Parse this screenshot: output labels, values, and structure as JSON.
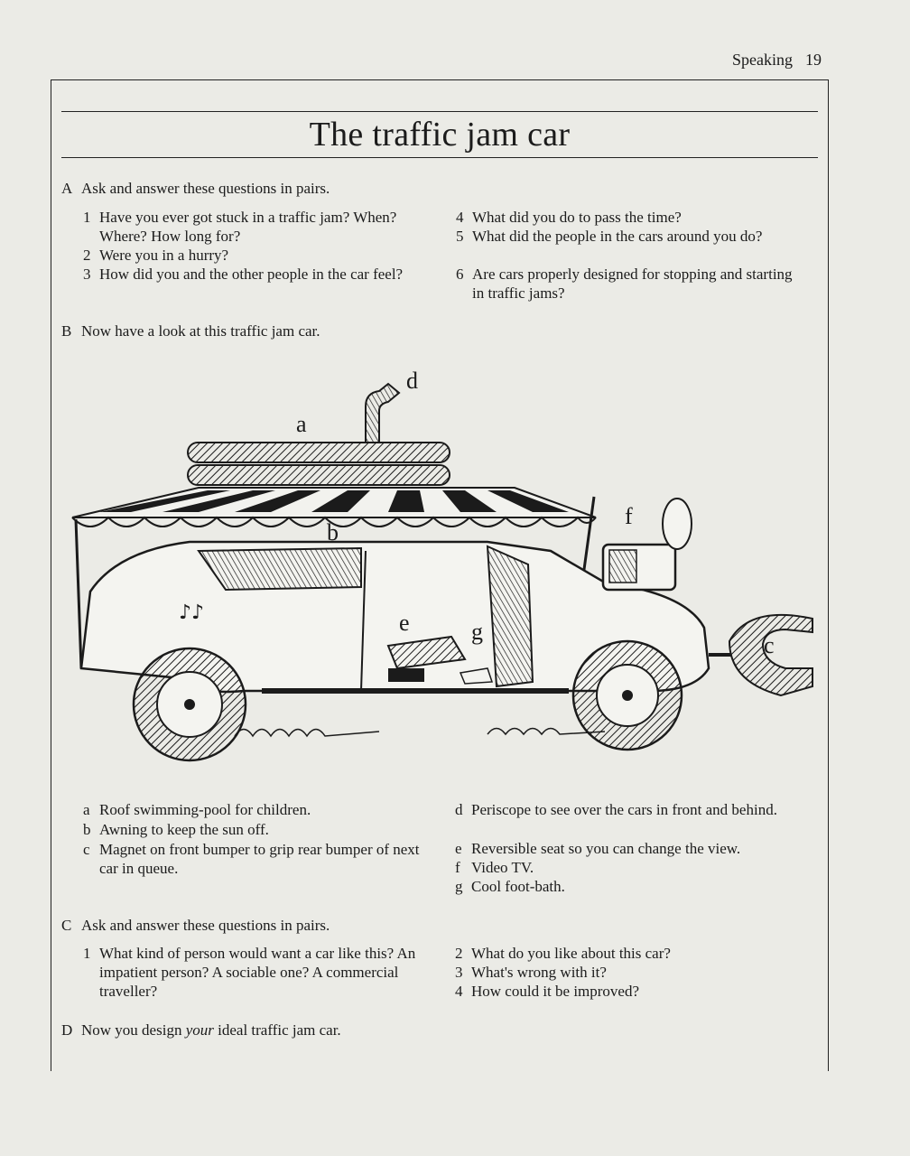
{
  "header": {
    "section": "Speaking",
    "page_number": "19"
  },
  "title": "The traffic jam car",
  "section_a": {
    "letter": "A",
    "instruction": "Ask and answer these questions in pairs.",
    "questions_left": [
      {
        "num": "1",
        "text": "Have you ever got stuck in a traffic jam? When? Where? How long for?"
      },
      {
        "num": "2",
        "text": "Were you in a hurry?"
      },
      {
        "num": "3",
        "text": "How did you and the other people in the car feel?"
      }
    ],
    "questions_right": [
      {
        "num": "4",
        "text": "What did you do to pass the time?"
      },
      {
        "num": "5",
        "text": "What did the people in the cars around you do?"
      },
      {
        "num": "6",
        "text": "Are cars properly designed for stopping and starting in traffic jams?"
      }
    ]
  },
  "section_b": {
    "letter": "B",
    "instruction": "Now have a look at this traffic jam car.",
    "labels": {
      "a": "a",
      "b": "b",
      "c": "c",
      "d": "d",
      "e": "e",
      "f": "f",
      "g": "g"
    },
    "legend_left": [
      {
        "key": "a",
        "text": "Roof swimming-pool for children."
      },
      {
        "key": "b",
        "text": "Awning to keep the sun off."
      },
      {
        "key": "c",
        "text": "Magnet on front bumper to grip rear bumper of next car in queue."
      }
    ],
    "legend_right": [
      {
        "key": "d",
        "text": "Periscope to see over the cars in front and behind."
      },
      {
        "key": "e",
        "text": "Reversible seat so you can change the view."
      },
      {
        "key": "f",
        "text": "Video TV."
      },
      {
        "key": "g",
        "text": "Cool foot-bath."
      }
    ]
  },
  "section_c": {
    "letter": "C",
    "instruction": "Ask and answer these questions in pairs.",
    "questions_left": [
      {
        "num": "1",
        "text": "What kind of person would want a car like this? An impatient person? A sociable one? A commercial traveller?"
      }
    ],
    "questions_right": [
      {
        "num": "2",
        "text": "What do you like about this car?"
      },
      {
        "num": "3",
        "text": "What's wrong with it?"
      },
      {
        "num": "4",
        "text": "How could it be improved?"
      }
    ]
  },
  "section_d": {
    "letter": "D",
    "instruction_before": "Now you design ",
    "instruction_emph": "your",
    "instruction_after": " ideal traffic jam car."
  }
}
